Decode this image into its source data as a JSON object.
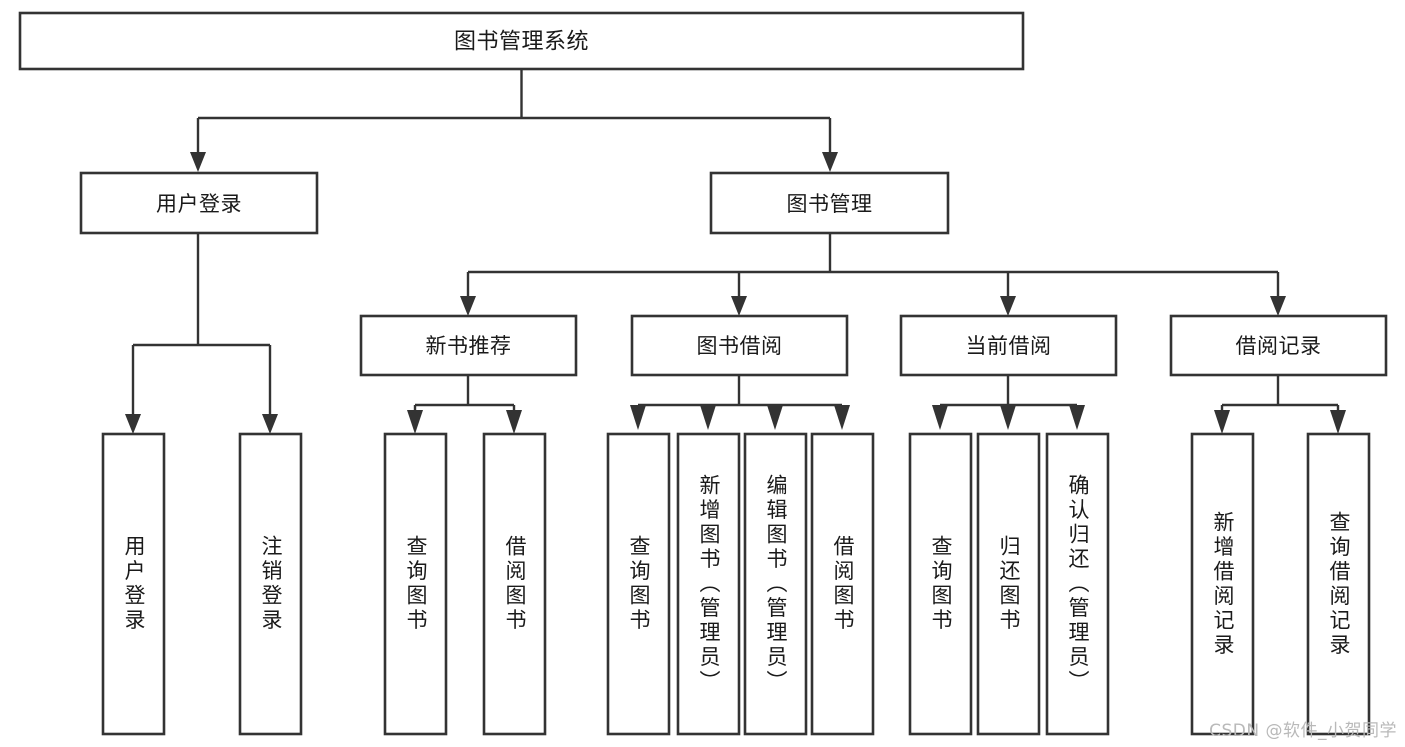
{
  "diagram": {
    "title": "图书管理系统",
    "type": "tree-hierarchy-chart",
    "watermark": "CSDN @软件_小贺同学",
    "colors": {
      "box_stroke": "#333333",
      "box_fill": "#ffffff",
      "connector": "#333333",
      "text": "#1a1a1a",
      "watermark": "#b9b9b9",
      "background": "#ffffff"
    },
    "root": {
      "label": "图书管理系统"
    },
    "level2": [
      {
        "label": "用户登录"
      },
      {
        "label": "图书管理"
      }
    ],
    "level3": [
      {
        "label": "新书推荐"
      },
      {
        "label": "图书借阅"
      },
      {
        "label": "当前借阅"
      },
      {
        "label": "借阅记录"
      }
    ],
    "leaves": {
      "user_login": [
        {
          "label": "用户登录"
        },
        {
          "label": "注销登录"
        }
      ],
      "new_book_recommend": [
        {
          "label": "查询图书"
        },
        {
          "label": "借阅图书"
        }
      ],
      "book_borrow": [
        {
          "label": "查询图书"
        },
        {
          "label": "新增图书（管理员）"
        },
        {
          "label": "编辑图书（管理员）"
        },
        {
          "label": "借阅图书"
        }
      ],
      "current_borrow": [
        {
          "label": "查询图书"
        },
        {
          "label": "归还图书"
        },
        {
          "label": "确认归还（管理员）"
        }
      ],
      "borrow_record": [
        {
          "label": "新增借阅记录"
        },
        {
          "label": "查询借阅记录"
        }
      ]
    }
  }
}
